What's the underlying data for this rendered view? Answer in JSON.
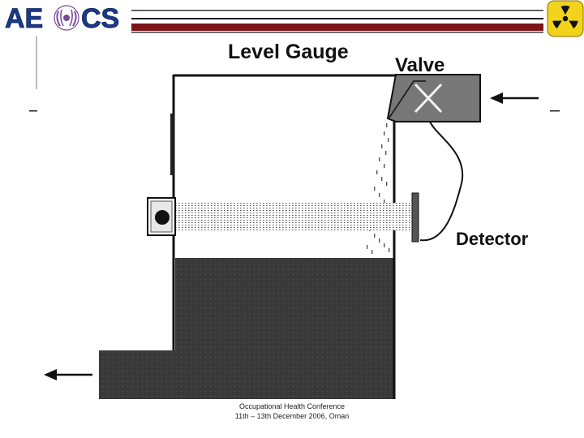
{
  "logo": {
    "text_ae": "AE",
    "text_cs": "CS"
  },
  "diagram": {
    "title": "Level Gauge",
    "valve_label": "Valve",
    "detector_label": "Detector"
  },
  "footer": {
    "line1": "Occupational Health Conference",
    "line2": "11th – 13th December 2006, Oman"
  },
  "colors": {
    "brand_blue": "#1a3a8a",
    "brand_purple": "#7a4a9a",
    "header_maroon": "#7a1418",
    "radiation_yellow": "#f2d31b",
    "liquid_gray": "#3a3a3a"
  },
  "icons": [
    "radiation-trefoil-icon",
    "valve-x-icon",
    "arrow-left-icon"
  ]
}
